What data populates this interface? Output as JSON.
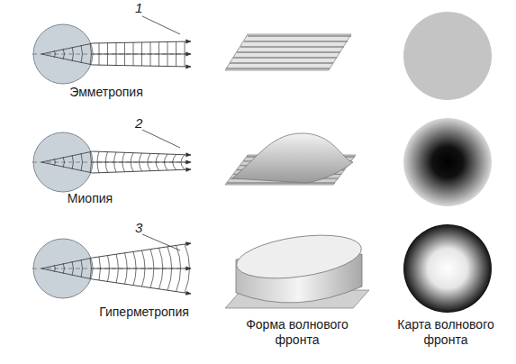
{
  "diagram": {
    "labels": [
      "1",
      "Эмметропия",
      "2",
      "Миопия",
      "3",
      "Гиперметропия",
      "Форма волнового фронта",
      "Карта волнового фронта"
    ]
  }
}
